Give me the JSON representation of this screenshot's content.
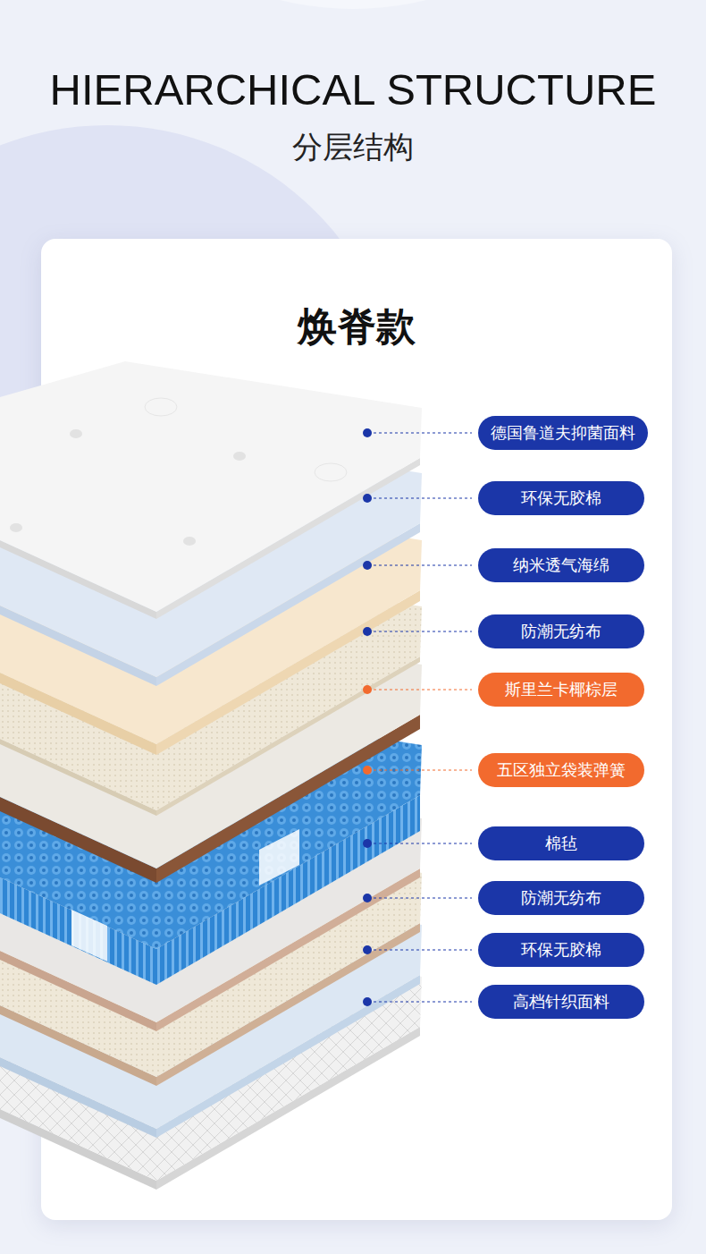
{
  "diagram": {
    "title": "HIERARCHICAL STRUCTURE",
    "nodes": [
      {
        "text": [
          "焕脊款"
        ]
      },
      {
        "text": [
          "德国鲁道夫抑菌面料"
        ],
        "in": 0
      },
      {
        "text": [
          "环保无胶棉"
        ],
        "in": 0
      },
      {
        "text": [
          "纳米透气海绵"
        ],
        "in": 0
      },
      {
        "text": [
          "防潮无纺布"
        ],
        "in": 0
      },
      {
        "text": [
          "斯里兰卡椰棕层"
        ],
        "in": 0
      },
      {
        "text": [
          "五区独立袋装弹簧"
        ],
        "in": 0
      },
      {
        "text": [
          "棉毡"
        ],
        "in": 0
      },
      {
        "text": [
          "防潮无纺布"
        ],
        "in": 0
      },
      {
        "text": [
          "环保无胶棉"
        ],
        "in": 0
      },
      {
        "text": [
          "高档针织面料"
        ],
        "in": 0
      }
    ],
    "labels": [
      "分层结构"
    ]
  }
}
